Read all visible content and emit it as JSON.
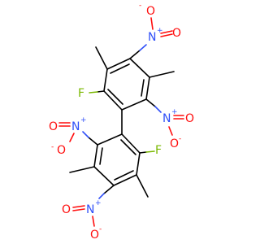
{
  "atoms": {
    "fluorine": "F",
    "nitrogen": "N",
    "oxygen": "O",
    "plus": "+",
    "minus": "-"
  },
  "colors": {
    "carbon": "#000000",
    "nitrogen": "#3050f8",
    "oxygen": "#ff0d0d",
    "fluorine": "#7ab800",
    "background": "#ffffff"
  }
}
